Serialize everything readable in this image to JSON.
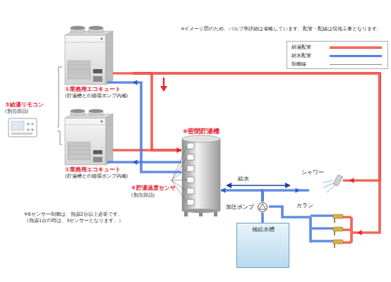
{
  "diagram": {
    "nodes": [
      {
        "text": [
          "①業務用エコキュート",
          "(貯湯槽との循環ポンプ内蔵)"
        ]
      },
      {
        "text": [
          "③給湯リモコン",
          "(別売部品)"
        ]
      },
      {
        "text": [
          "①業務用エコキュート",
          "(貯湯槽との循環ポンプ内蔵)"
        ]
      },
      {
        "text": [
          "⑥密閉貯湯槽"
        ]
      },
      {
        "text": [
          "シャワー"
        ]
      },
      {
        "text": [
          "加圧ポンプ"
        ]
      },
      {
        "text": [
          "カラン"
        ]
      },
      {
        "text": [
          "補給水槽"
        ]
      }
    ],
    "edges": [
      {
        "from": 0,
        "to": 3,
        "arrow": "to"
      },
      {
        "from": 2,
        "to": 3,
        "arrow": "to"
      },
      {
        "from": 0,
        "to": 4,
        "arrow": "to"
      },
      {
        "from": 0,
        "to": 6,
        "arrow": "to"
      },
      {
        "from": 3,
        "to": 0,
        "arrow": "to"
      },
      {
        "from": 3,
        "to": 2,
        "arrow": "to"
      },
      {
        "from": 5,
        "to": 3,
        "label": "給水",
        "arrow": "to"
      },
      {
        "from": 5,
        "to": 4,
        "arrow": "to"
      },
      {
        "from": 5,
        "to": 6,
        "arrow": "none"
      },
      {
        "from": 7,
        "to": 5,
        "arrow": "none"
      },
      {
        "from": 1,
        "to": 0,
        "arrow": "none"
      },
      {
        "from": 1,
        "to": 2,
        "arrow": "none"
      }
    ],
    "labels": [
      "※イメージ図のため、バルブ等詳細は省略しています。配管・配線は現地工事となります。",
      "④貯湯温度センサ",
      "(別売部品)",
      "※6センサー制御は、熱源2台以上必要です。 （熱源1台の時は、3センサーとなります。）"
    ],
    "legend": [
      {
        "text": "給湯配管"
      },
      {
        "text": "給水配管"
      },
      {
        "text": "制御線"
      }
    ]
  }
}
